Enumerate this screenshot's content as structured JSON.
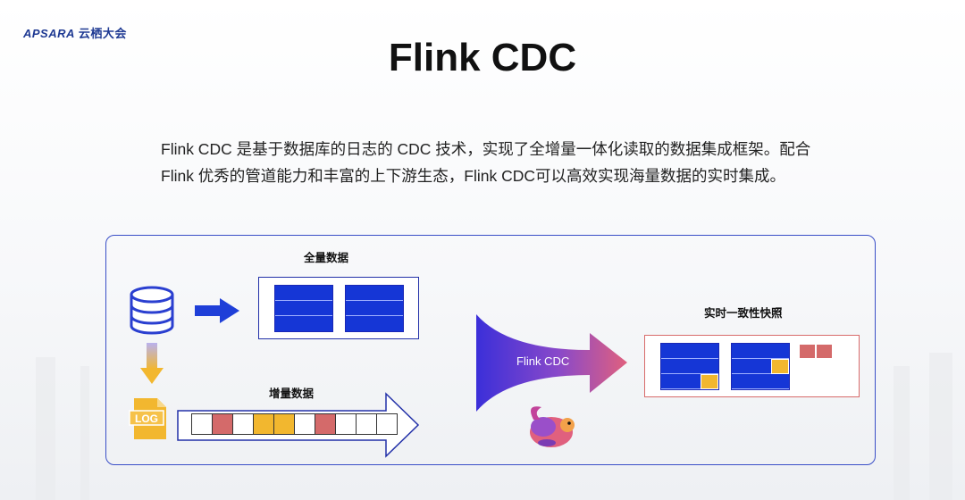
{
  "header": {
    "logo_brand": "APSARA",
    "logo_event": "云栖大会",
    "title": "Flink CDC"
  },
  "description": {
    "line1": "Flink CDC 是基于数据库的日志的 CDC 技术，实现了全增量一体化读取的数据集成框架。配合",
    "line2": "Flink 优秀的管道能力和丰富的上下游生态，Flink CDC可以高效实现海量数据的实时集成。"
  },
  "diagram": {
    "full_data_label": "全量数据",
    "incremental_label": "增量数据",
    "snapshot_label": "实时一致性快照",
    "engine_label": "Flink CDC",
    "log_icon_text": "LOG",
    "log_cells": [
      "empty",
      "red",
      "empty",
      "yellow",
      "yellow",
      "empty",
      "red",
      "empty",
      "empty",
      "empty"
    ],
    "colors": {
      "frame": "#3a4fc7",
      "table_blue": "#1536d6",
      "highlight_yellow": "#f2b72f",
      "highlight_red": "#d46a6a",
      "arrow_blue": "#1f3fd8",
      "funnel_start": "#3b2fd9",
      "funnel_end": "#e0607e"
    }
  }
}
